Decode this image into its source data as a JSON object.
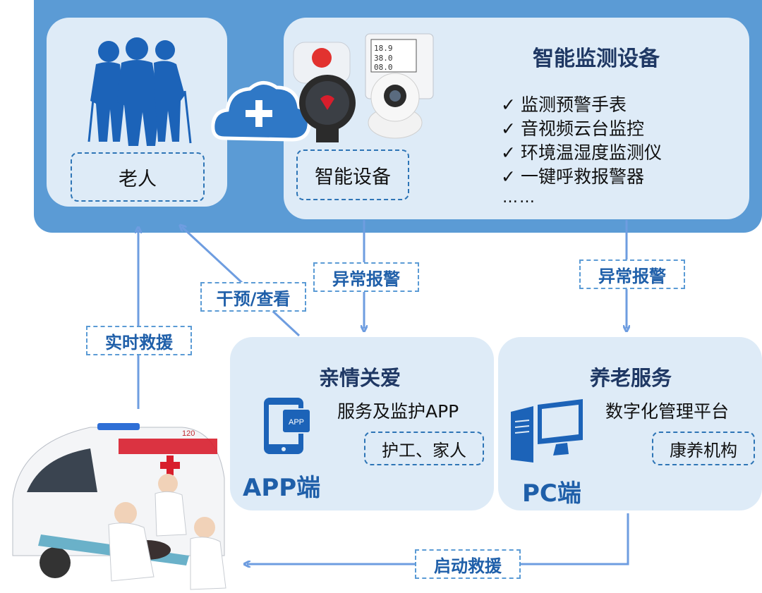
{
  "elder": {
    "label": "老人"
  },
  "devices": {
    "title": "智能监测设备",
    "label": "智能设备",
    "list": [
      "监测预警手表",
      "音视频云台监控",
      "环境温湿度监测仪",
      "一键呼救报警器"
    ],
    "check_mark": "✓",
    "more": "……"
  },
  "flows": {
    "alarm_app": "异常报警",
    "alarm_pc": "异常报警",
    "intervene": "干预/查看",
    "rescue_realtime": "实时救援",
    "start_rescue": "启动救援"
  },
  "app": {
    "title": "亲情关爱",
    "subtitle": "服务及监护APP",
    "users": "护工、家人",
    "icon_text": "APP",
    "label": "APP端"
  },
  "pc": {
    "title": "养老服务",
    "subtitle": "数字化管理平台",
    "users": "康养机构",
    "label": "PC端"
  },
  "ambulance": {
    "number": "120"
  },
  "colors": {
    "band": "#5b9bd5",
    "panel": "#deebf7",
    "accent": "#1f5fa9",
    "arrow": "#6e9de0"
  }
}
